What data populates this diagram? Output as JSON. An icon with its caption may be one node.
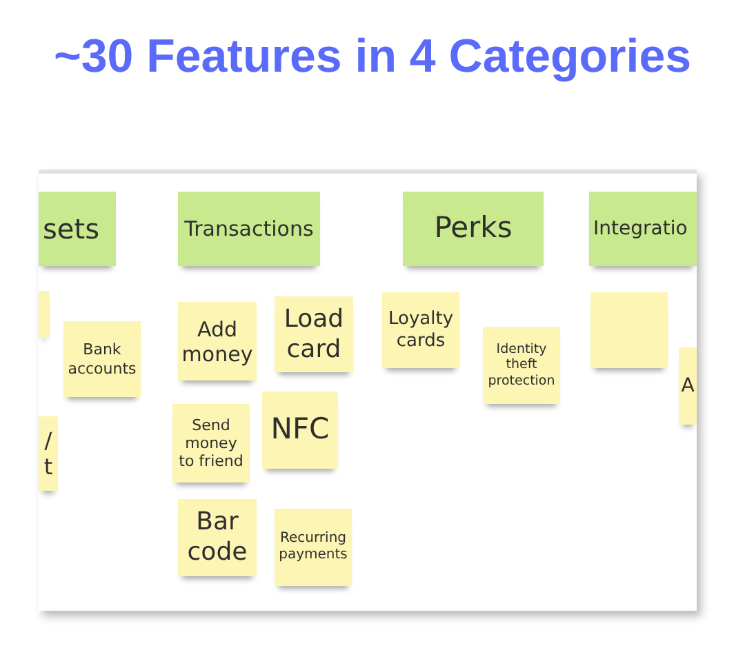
{
  "diagram": {
    "title": "~30 Features in 4 Categories",
    "nodes": [
      {
        "text": [
          "sets"
        ]
      },
      {
        "text": [
          "Transactions"
        ]
      },
      {
        "text": [
          "Perks"
        ]
      },
      {
        "text": [
          "Integratio"
        ]
      },
      {
        "text": [],
        "shape": "box"
      },
      {
        "text": [
          "Bank accounts"
        ]
      },
      {
        "text": [
          "/ t"
        ]
      },
      {
        "text": [
          "Add money"
        ]
      },
      {
        "text": [
          "Load card"
        ]
      },
      {
        "text": [
          "Send money to friend"
        ]
      },
      {
        "text": [
          "NFC"
        ]
      },
      {
        "text": [
          "Bar code"
        ]
      },
      {
        "text": [
          "Recurring payments"
        ]
      },
      {
        "text": [
          "Loyalty cards"
        ]
      },
      {
        "text": [
          "Identity theft protection"
        ]
      },
      {
        "text": [],
        "shape": "box"
      },
      {
        "text": [
          "A"
        ]
      }
    ]
  }
}
